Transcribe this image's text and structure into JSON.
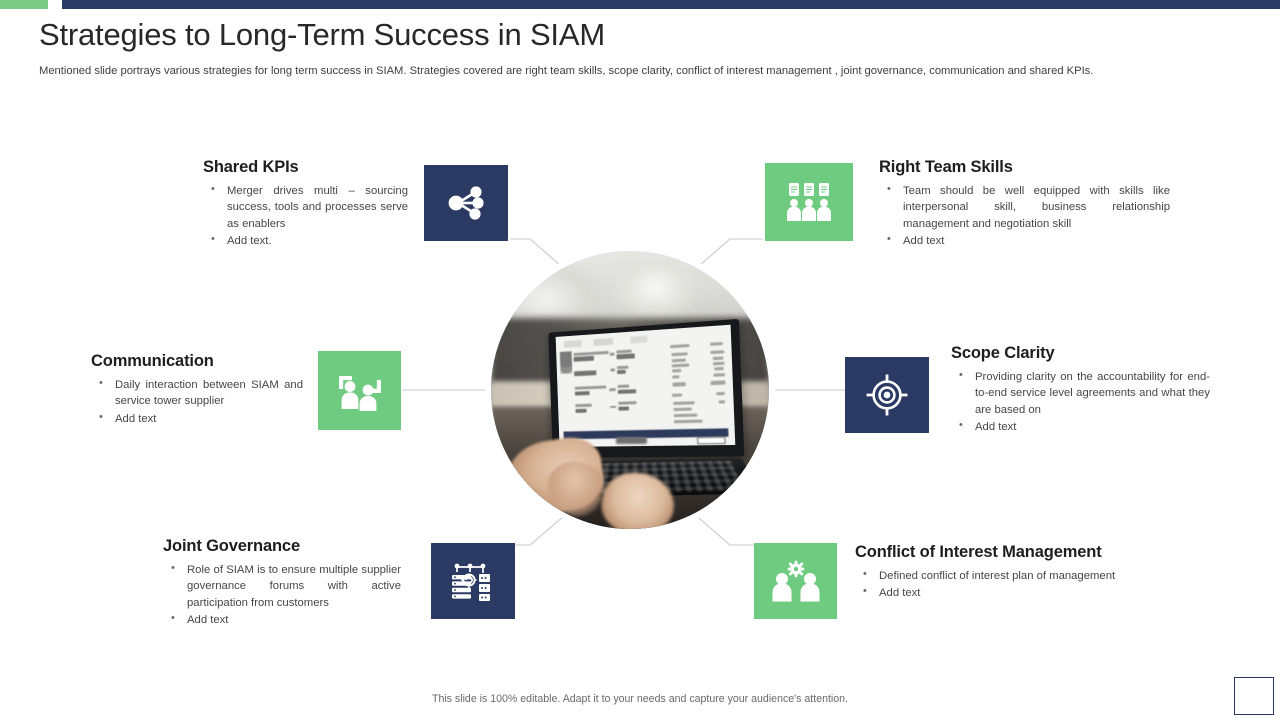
{
  "theme": {
    "navy": "#2B3A63",
    "green": "#6FCB7F",
    "title_color": "#28282A",
    "body_color": "#46464A",
    "connector_color": "#C9C9CE"
  },
  "header": {
    "title": "Strategies to Long-Term Success in SIAM",
    "subtitle": "Mentioned slide portrays various  strategies for long term success in SIAM. Strategies covered  are right team skills, scope clarity, conflict of interest management  , joint governance,  communication and shared KPIs."
  },
  "center": {
    "image_name": "hands-typing-on-laptop-spreadsheet-photo",
    "shape": "circle"
  },
  "strategies": [
    {
      "id": "shared-kpis",
      "title": "Shared KPIs",
      "icon": "share-nodes-icon",
      "tile_color": "navy",
      "side": "left",
      "bullets": [
        "Merger  drives  multi – sourcing  success,  tools and processes  serve  as enablers",
        "Add text."
      ]
    },
    {
      "id": "right-team-skills",
      "title": "Right Team Skills",
      "icon": "team-group-icon",
      "tile_color": "green",
      "side": "right",
      "bullets": [
        "Team  should be well equipped  with  skills like interpersonal  skill, business relationship management  and  negotiation  skill",
        "Add text"
      ]
    },
    {
      "id": "communication",
      "title": "Communication",
      "icon": "two-people-chat-icon",
      "tile_color": "green",
      "side": "left",
      "bullets": [
        "Daily interaction  between  SIAM and  service tower  supplier",
        "Add text"
      ]
    },
    {
      "id": "scope-clarity",
      "title": "Scope Clarity",
      "icon": "target-crosshair-icon",
      "tile_color": "navy",
      "side": "right",
      "bullets": [
        "Providing  clarity on the accountability for end-to-end  service level  agreements  and what they are  based  on",
        "Add text"
      ]
    },
    {
      "id": "joint-governance",
      "title": "Joint Governance",
      "icon": "server-network-governance-icon",
      "tile_color": "navy",
      "side": "left",
      "bullets": [
        "Role of SIAM is to ensure  multiple supplier governance    forums with active participation from  customers",
        "Add text"
      ]
    },
    {
      "id": "conflict-of-interest-management",
      "title": "Conflict of Interest Management",
      "icon": "people-with-gear-icon",
      "tile_color": "green",
      "side": "right",
      "bullets": [
        "Defined  conflict of interest plan  of management",
        "Add text"
      ]
    }
  ],
  "footer": {
    "note": "This slide is 100% editable.  Adapt it to your needs and capture your audience's attention."
  }
}
